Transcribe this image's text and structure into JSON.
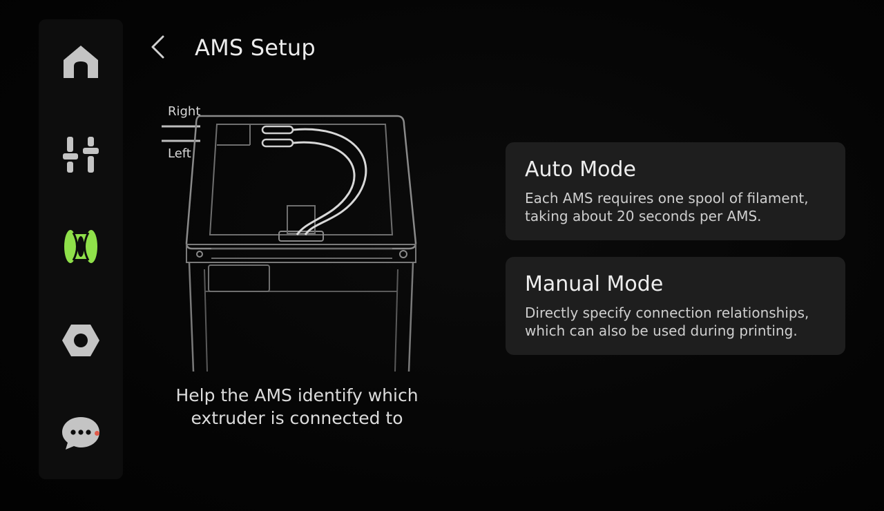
{
  "header": {
    "title": "AMS Setup"
  },
  "sidebar": {
    "items": [
      {
        "name": "home",
        "icon": "home-icon",
        "active": false
      },
      {
        "name": "controls",
        "icon": "sliders-icon",
        "active": false
      },
      {
        "name": "filament",
        "icon": "spool-icon",
        "active": true
      },
      {
        "name": "settings",
        "icon": "hex-nut-icon",
        "active": false
      },
      {
        "name": "messages",
        "icon": "chat-bubble-icon",
        "active": false,
        "has_notification": true
      }
    ]
  },
  "illustration": {
    "label_right": "Right",
    "label_left": "Left",
    "help_text_line1": "Help the AMS identify which",
    "help_text_line2": "extruder is connected to"
  },
  "modes": [
    {
      "title": "Auto Mode",
      "desc_line1": "Each AMS requires one spool of filament,",
      "desc_line2": "taking about 20 seconds per AMS."
    },
    {
      "title": "Manual Mode",
      "desc_line1": "Directly specify connection relationships,",
      "desc_line2": "which can also be used during printing."
    }
  ],
  "colors": {
    "accent": "#8fe04a",
    "icon": "#c4c4c4",
    "card_bg": "#1e1e1e",
    "notification": "#e05a4a"
  }
}
